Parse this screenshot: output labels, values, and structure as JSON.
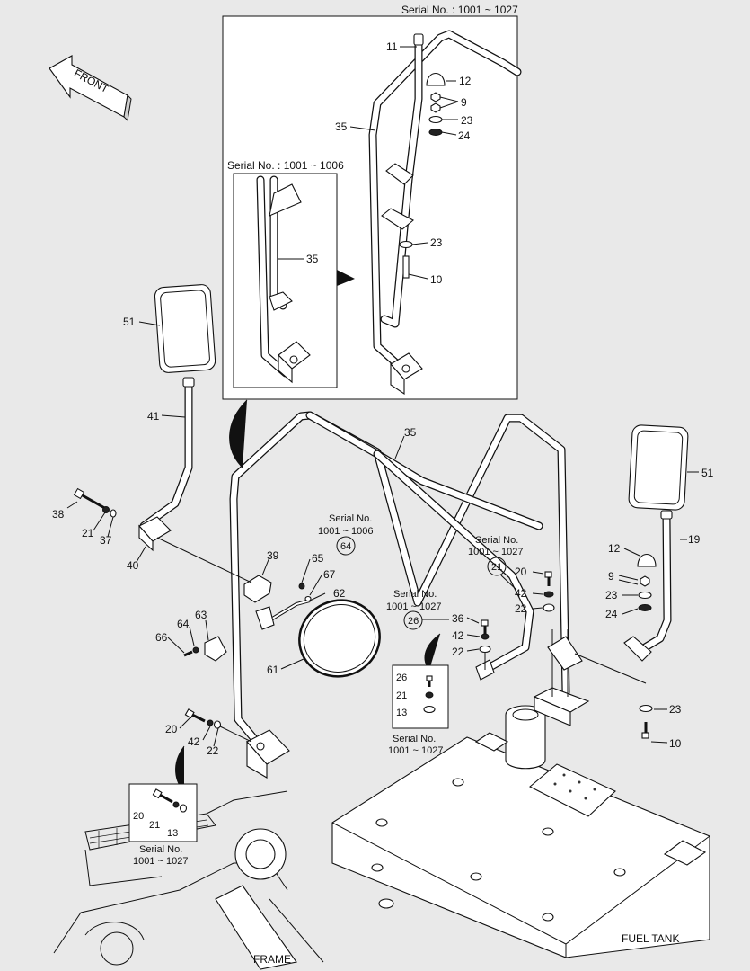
{
  "labels": {
    "front": "FRONT",
    "frame": "FRAME",
    "fuel_tank": "FUEL TANK"
  },
  "serials": {
    "top_box": "Serial No. : 1001 ~ 1027",
    "inner_box": "Serial No. : 1001 ~ 1006",
    "s64_line1": "Serial No.",
    "s64_line2": "1001 ~ 1006",
    "s21_line1": "Serial No.",
    "s21_line2": "1001 ~ 1027",
    "s26_line1": "Serial No.",
    "s26_line2": "1001 ~ 1027",
    "box_a_line1": "Serial No.",
    "box_a_line2": "1001 ~ 1027",
    "box_b_line1": "Serial No.",
    "box_b_line2": "1001 ~ 1027"
  },
  "parts": {
    "p11": "11",
    "p12_top": "12",
    "p9_top": "9",
    "p23_top": "23",
    "p24_top": "24",
    "p35_top": "35",
    "p35_inner": "35",
    "p23_top2": "23",
    "p10_top": "10",
    "p51_left": "51",
    "p41": "41",
    "p38": "38",
    "p21_left": "21",
    "p37": "37",
    "p40": "40",
    "p35_main": "35",
    "p39": "39",
    "p65": "65",
    "p67": "67",
    "p64_circ": "64",
    "p62": "62",
    "p63": "63",
    "p64": "64",
    "p66": "66",
    "p61": "61",
    "p20_left": "20",
    "p42_left": "42",
    "p22_left": "22",
    "p26_circ": "26",
    "p36": "36",
    "p42_mid": "42",
    "p22_mid": "22",
    "p21_circ": "21",
    "p20_mid": "20",
    "p42_r": "42",
    "p22_r": "22",
    "p26_box": "26",
    "p21_box": "21",
    "p13_box": "13",
    "p20_box": "20",
    "p21_box2": "21",
    "p13_box2": "13",
    "p51_right": "51",
    "p19": "19",
    "p12_r": "12",
    "p9_r": "9",
    "p23_r": "23",
    "p24_r": "24",
    "p23_r2": "23",
    "p10_r": "10"
  }
}
